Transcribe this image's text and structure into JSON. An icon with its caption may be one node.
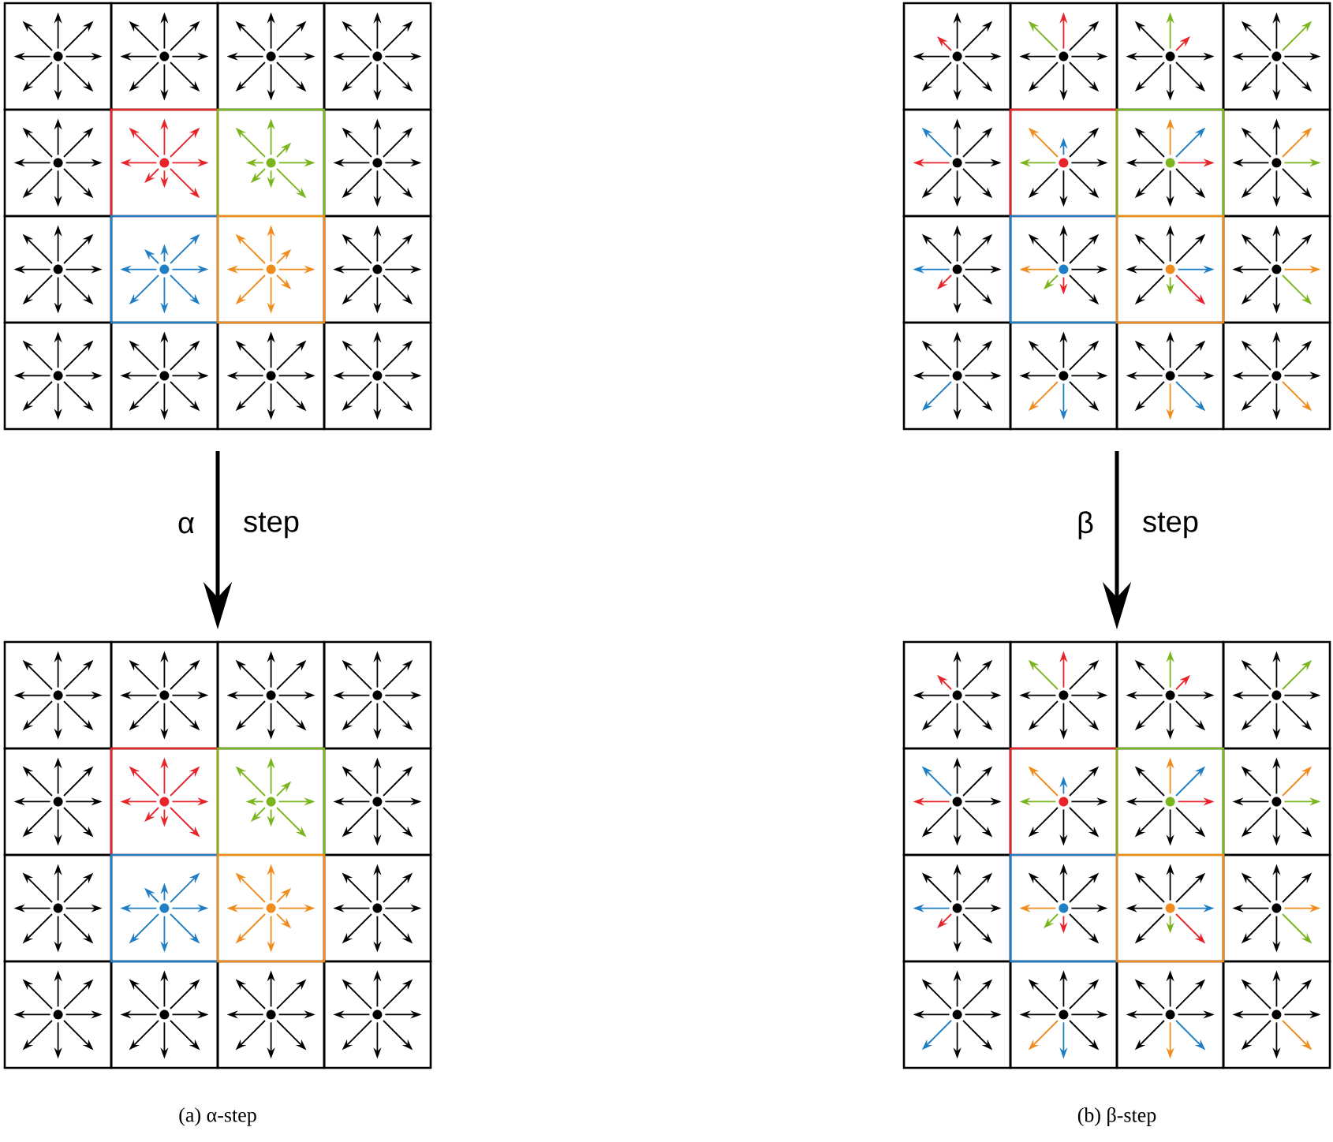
{
  "diagram": {
    "nodes": [
      {
        "text": [],
        "shape": "picture"
      },
      {
        "text": [],
        "shape": "picture",
        "beside": [
          "(a) α-step"
        ]
      },
      {
        "text": [],
        "shape": "picture"
      },
      {
        "text": [],
        "shape": "picture",
        "beside": [
          "(b) β-step"
        ]
      }
    ],
    "edges": [
      {
        "from": 0,
        "to": 1,
        "arrow": "to"
      },
      {
        "from": 2,
        "to": 3,
        "arrow": "to"
      }
    ],
    "labels": [
      "α",
      "step",
      "β",
      "step"
    ]
  }
}
